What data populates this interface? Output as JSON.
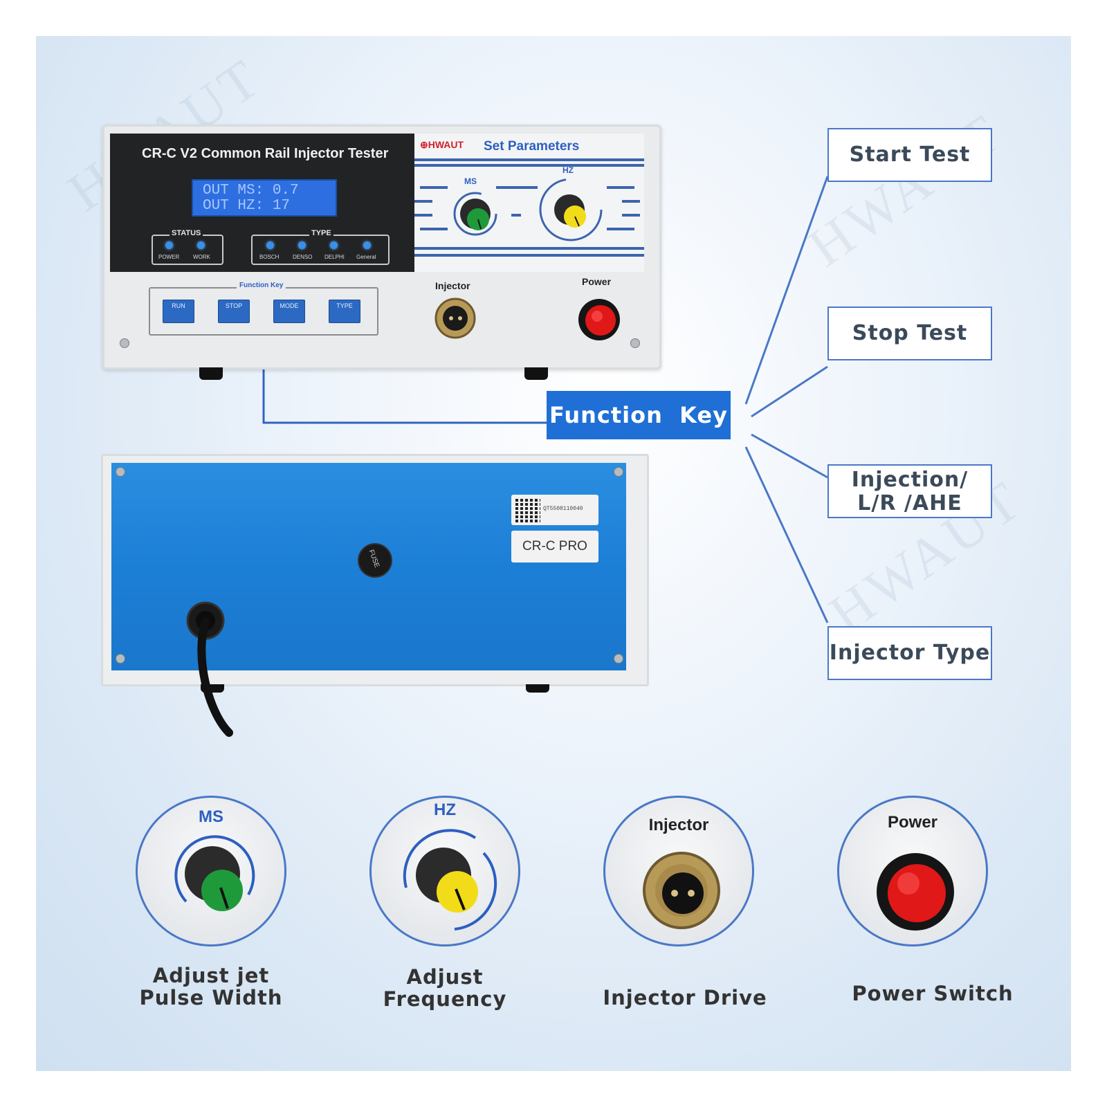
{
  "device_front": {
    "title": "CR-C V2 Common Rail Injector Tester",
    "lcd_line1": "OUT MS: 0.7",
    "lcd_line2": "OUT HZ: 17",
    "status_label": "STATUS",
    "status_leds": [
      "POWER",
      "WORK"
    ],
    "type_label": "TYPE",
    "type_leds": [
      "BOSCH",
      "DENSO",
      "DELPHI",
      "General"
    ],
    "brand": "HWAUT",
    "set_parameters": "Set Parameters",
    "knob_ms_label": "MS",
    "knob_hz_label": "HZ",
    "function_key_label": "Function Key",
    "function_keys": [
      "RUN",
      "STOP",
      "MODE",
      "TYPE"
    ],
    "injector_label": "Injector",
    "power_label": "Power"
  },
  "device_back": {
    "qr_text": "QT5508110040",
    "model": "CR-C PRO",
    "fuse_label": "FUSE"
  },
  "callouts": {
    "function_key": "Function  Key",
    "items": [
      "Start Test",
      "Stop Test",
      "Injection/\nL/R /AHE",
      "Injector Type"
    ]
  },
  "details": [
    {
      "label": "MS",
      "caption": "Adjust jet\nPulse Width"
    },
    {
      "label": "HZ",
      "caption": "Adjust\nFrequency"
    },
    {
      "label": "Injector",
      "caption": "Injector Drive"
    },
    {
      "label": "Power",
      "caption": "Power Switch"
    }
  ],
  "colors": {
    "accent_blue": "#1f6fd6",
    "line_blue": "#4a78c6",
    "knob_green": "#1f9a3a",
    "knob_yellow": "#f2dc1a",
    "power_red": "#e01818"
  }
}
